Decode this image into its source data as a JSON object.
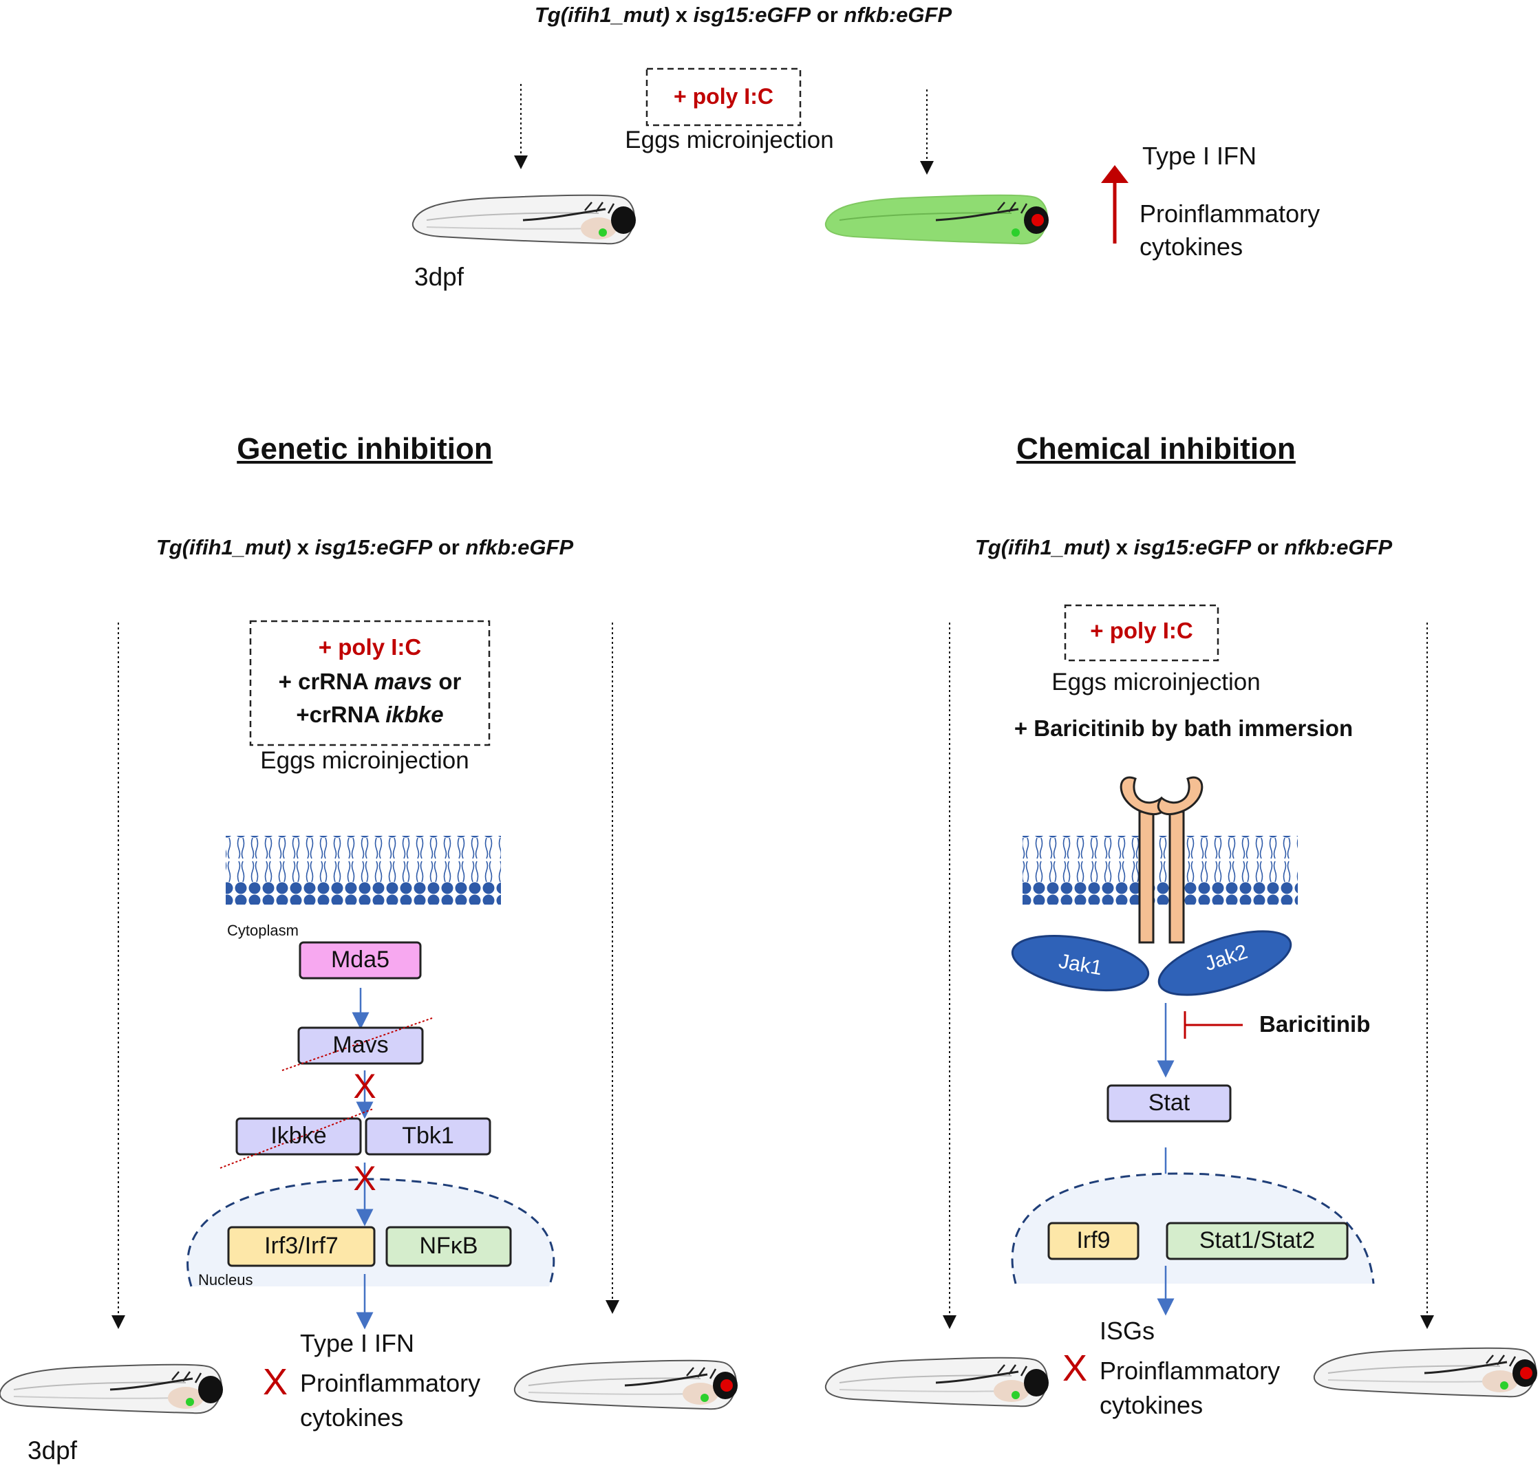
{
  "top": {
    "cross_line": [
      "Tg(ifih1_mut)",
      " x ",
      "isg15:eGFP",
      " or ",
      "nfkb:eGFP"
    ],
    "injection_reagent": "+ poly I:C",
    "injection_label": "Eggs microinjection",
    "age_label": "3dpf",
    "result_line1": "Type I IFN",
    "result_line2": "Proinflammatory",
    "result_line3": "cytokines"
  },
  "genetic": {
    "heading": "Genetic inhibition",
    "cross_line": [
      "Tg(ifih1_mut)",
      " x ",
      "isg15:eGFP",
      " or ",
      "nfkb:eGFP"
    ],
    "reagent_1": "+ poly I:C",
    "reagent_2_prefix": "+ crRNA ",
    "reagent_2_gene": "mavs",
    "reagent_2_suffix": " or",
    "reagent_3_prefix": "+crRNA ",
    "reagent_3_gene": "ikbke",
    "injection_label": "Eggs microinjection",
    "cytoplasm_label": "Cytoplasm",
    "nucleus_label": "Nucleus",
    "nodes": {
      "mda5": "Mda5",
      "mavs": "Mavs",
      "ikbke": "Ikbke",
      "tbk1": "Tbk1",
      "irf": "Irf3/Irf7",
      "nfkb": "NFκB"
    },
    "result_line1": "Type I IFN",
    "result_line2": "Proinflammatory",
    "result_line3": "cytokines",
    "block_mark": "X",
    "age_label": "3dpf"
  },
  "chemical": {
    "heading": "Chemical inhibition",
    "cross_line": [
      "Tg(ifih1_mut)",
      " x ",
      "isg15:eGFP",
      " or ",
      "nfkb:eGFP"
    ],
    "reagent_1": "+ poly I:C",
    "injection_label": "Eggs microinjection",
    "bath_label": "+ Baricitinib by bath immersion",
    "inhibitor_label": "Baricitinib",
    "nodes": {
      "jak1": "Jak1",
      "jak2": "Jak2",
      "stat": "Stat",
      "irf9": "Irf9",
      "stat12": "Stat1/Stat2"
    },
    "result_line1": "ISGs",
    "result_line2": "Proinflammatory",
    "result_line3": "cytokines",
    "block_mark": "X"
  },
  "colors": {
    "red": "#c00000",
    "arrow_blue": "#4472c4",
    "membrane_blue": "#2e5aa8",
    "mda5_pink": "#f7a8f0",
    "lavender": "#d4d2fa",
    "irf_yellow": "#fde7a8",
    "nfkb_green": "#d5edcc",
    "jak_blue": "#2f62b8",
    "receptor_peach": "#f5bf93",
    "larva_green": "#8fdc72",
    "nucleus_fill": "#eef3fb"
  }
}
